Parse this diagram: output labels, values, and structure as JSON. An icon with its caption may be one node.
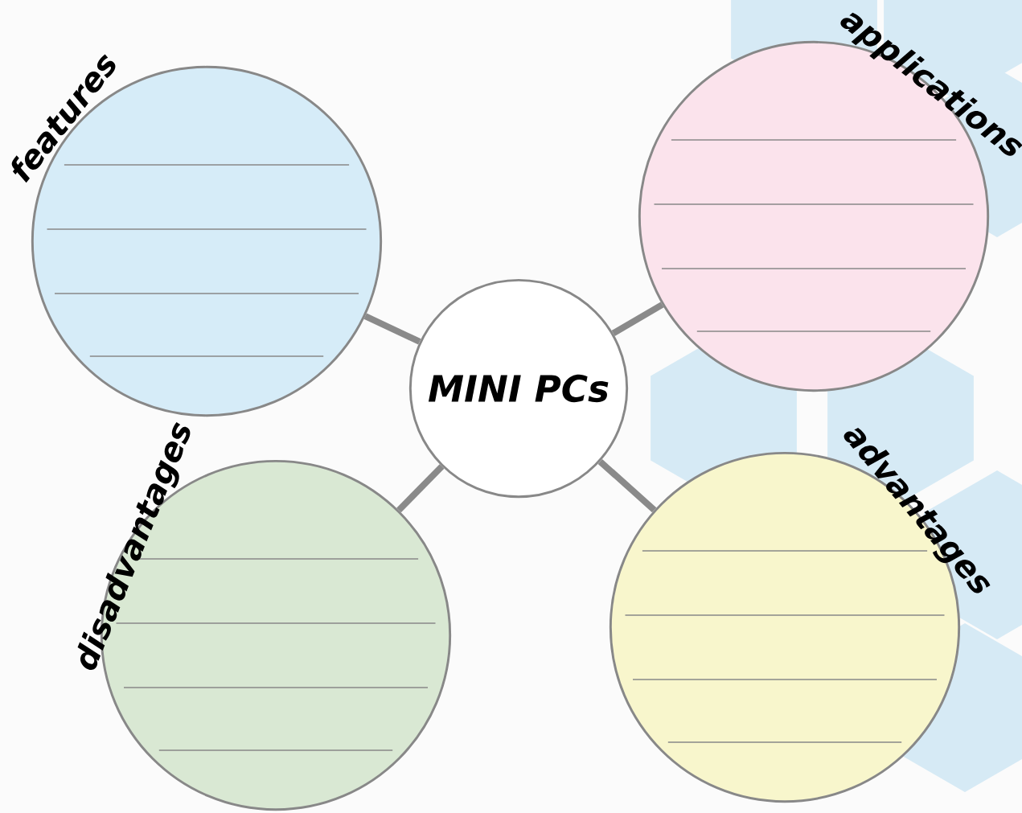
{
  "diagram": {
    "nodes": [
      {
        "text": [
          "MINI PCs"
        ]
      },
      {
        "text": [
          "features"
        ]
      },
      {
        "text": [
          "applications"
        ]
      },
      {
        "text": [
          "disadvantages"
        ]
      },
      {
        "text": [
          "advantages"
        ]
      }
    ],
    "edges": [
      {
        "from": 0,
        "to": 1,
        "arrow": "none"
      },
      {
        "from": 0,
        "to": 2,
        "arrow": "none"
      },
      {
        "from": 0,
        "to": 3,
        "arrow": "none"
      },
      {
        "from": 0,
        "to": 4,
        "arrow": "none"
      }
    ]
  }
}
